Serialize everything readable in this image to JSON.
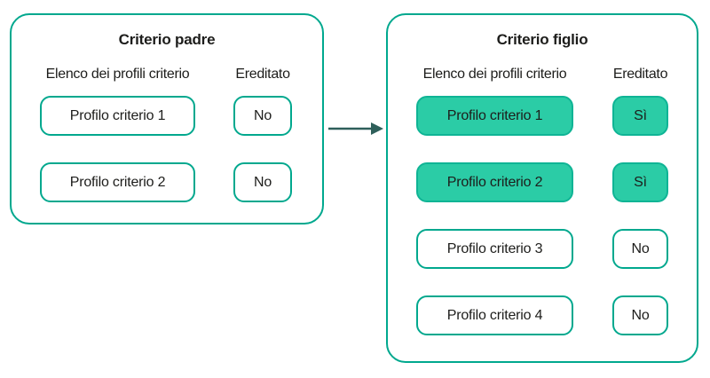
{
  "colors": {
    "panel_border": "#00a88e",
    "box_border": "#00a88e",
    "highlight_fill": "#2bcca6",
    "highlight_border": "#0fb495",
    "arrow": "#2e5f5a",
    "text": "#1d1d1b",
    "background": "#ffffff"
  },
  "arrow": {
    "name": "parent-to-child-arrow",
    "direction": "right"
  },
  "panels": {
    "parent": {
      "title": "Criterio padre",
      "columns": {
        "profiles": "Elenco dei profili criterio",
        "inherited": "Ereditato"
      },
      "rows": [
        {
          "profile": "Profilo criterio 1",
          "inherited": "No",
          "highlighted": false
        },
        {
          "profile": "Profilo criterio 2",
          "inherited": "No",
          "highlighted": false
        }
      ]
    },
    "child": {
      "title": "Criterio figlio",
      "columns": {
        "profiles": "Elenco dei profili criterio",
        "inherited": "Ereditato"
      },
      "rows": [
        {
          "profile": "Profilo criterio 1",
          "inherited": "Sì",
          "highlighted": true
        },
        {
          "profile": "Profilo criterio 2",
          "inherited": "Sì",
          "highlighted": true
        },
        {
          "profile": "Profilo criterio 3",
          "inherited": "No",
          "highlighted": false
        },
        {
          "profile": "Profilo criterio 4",
          "inherited": "No",
          "highlighted": false
        }
      ]
    }
  }
}
